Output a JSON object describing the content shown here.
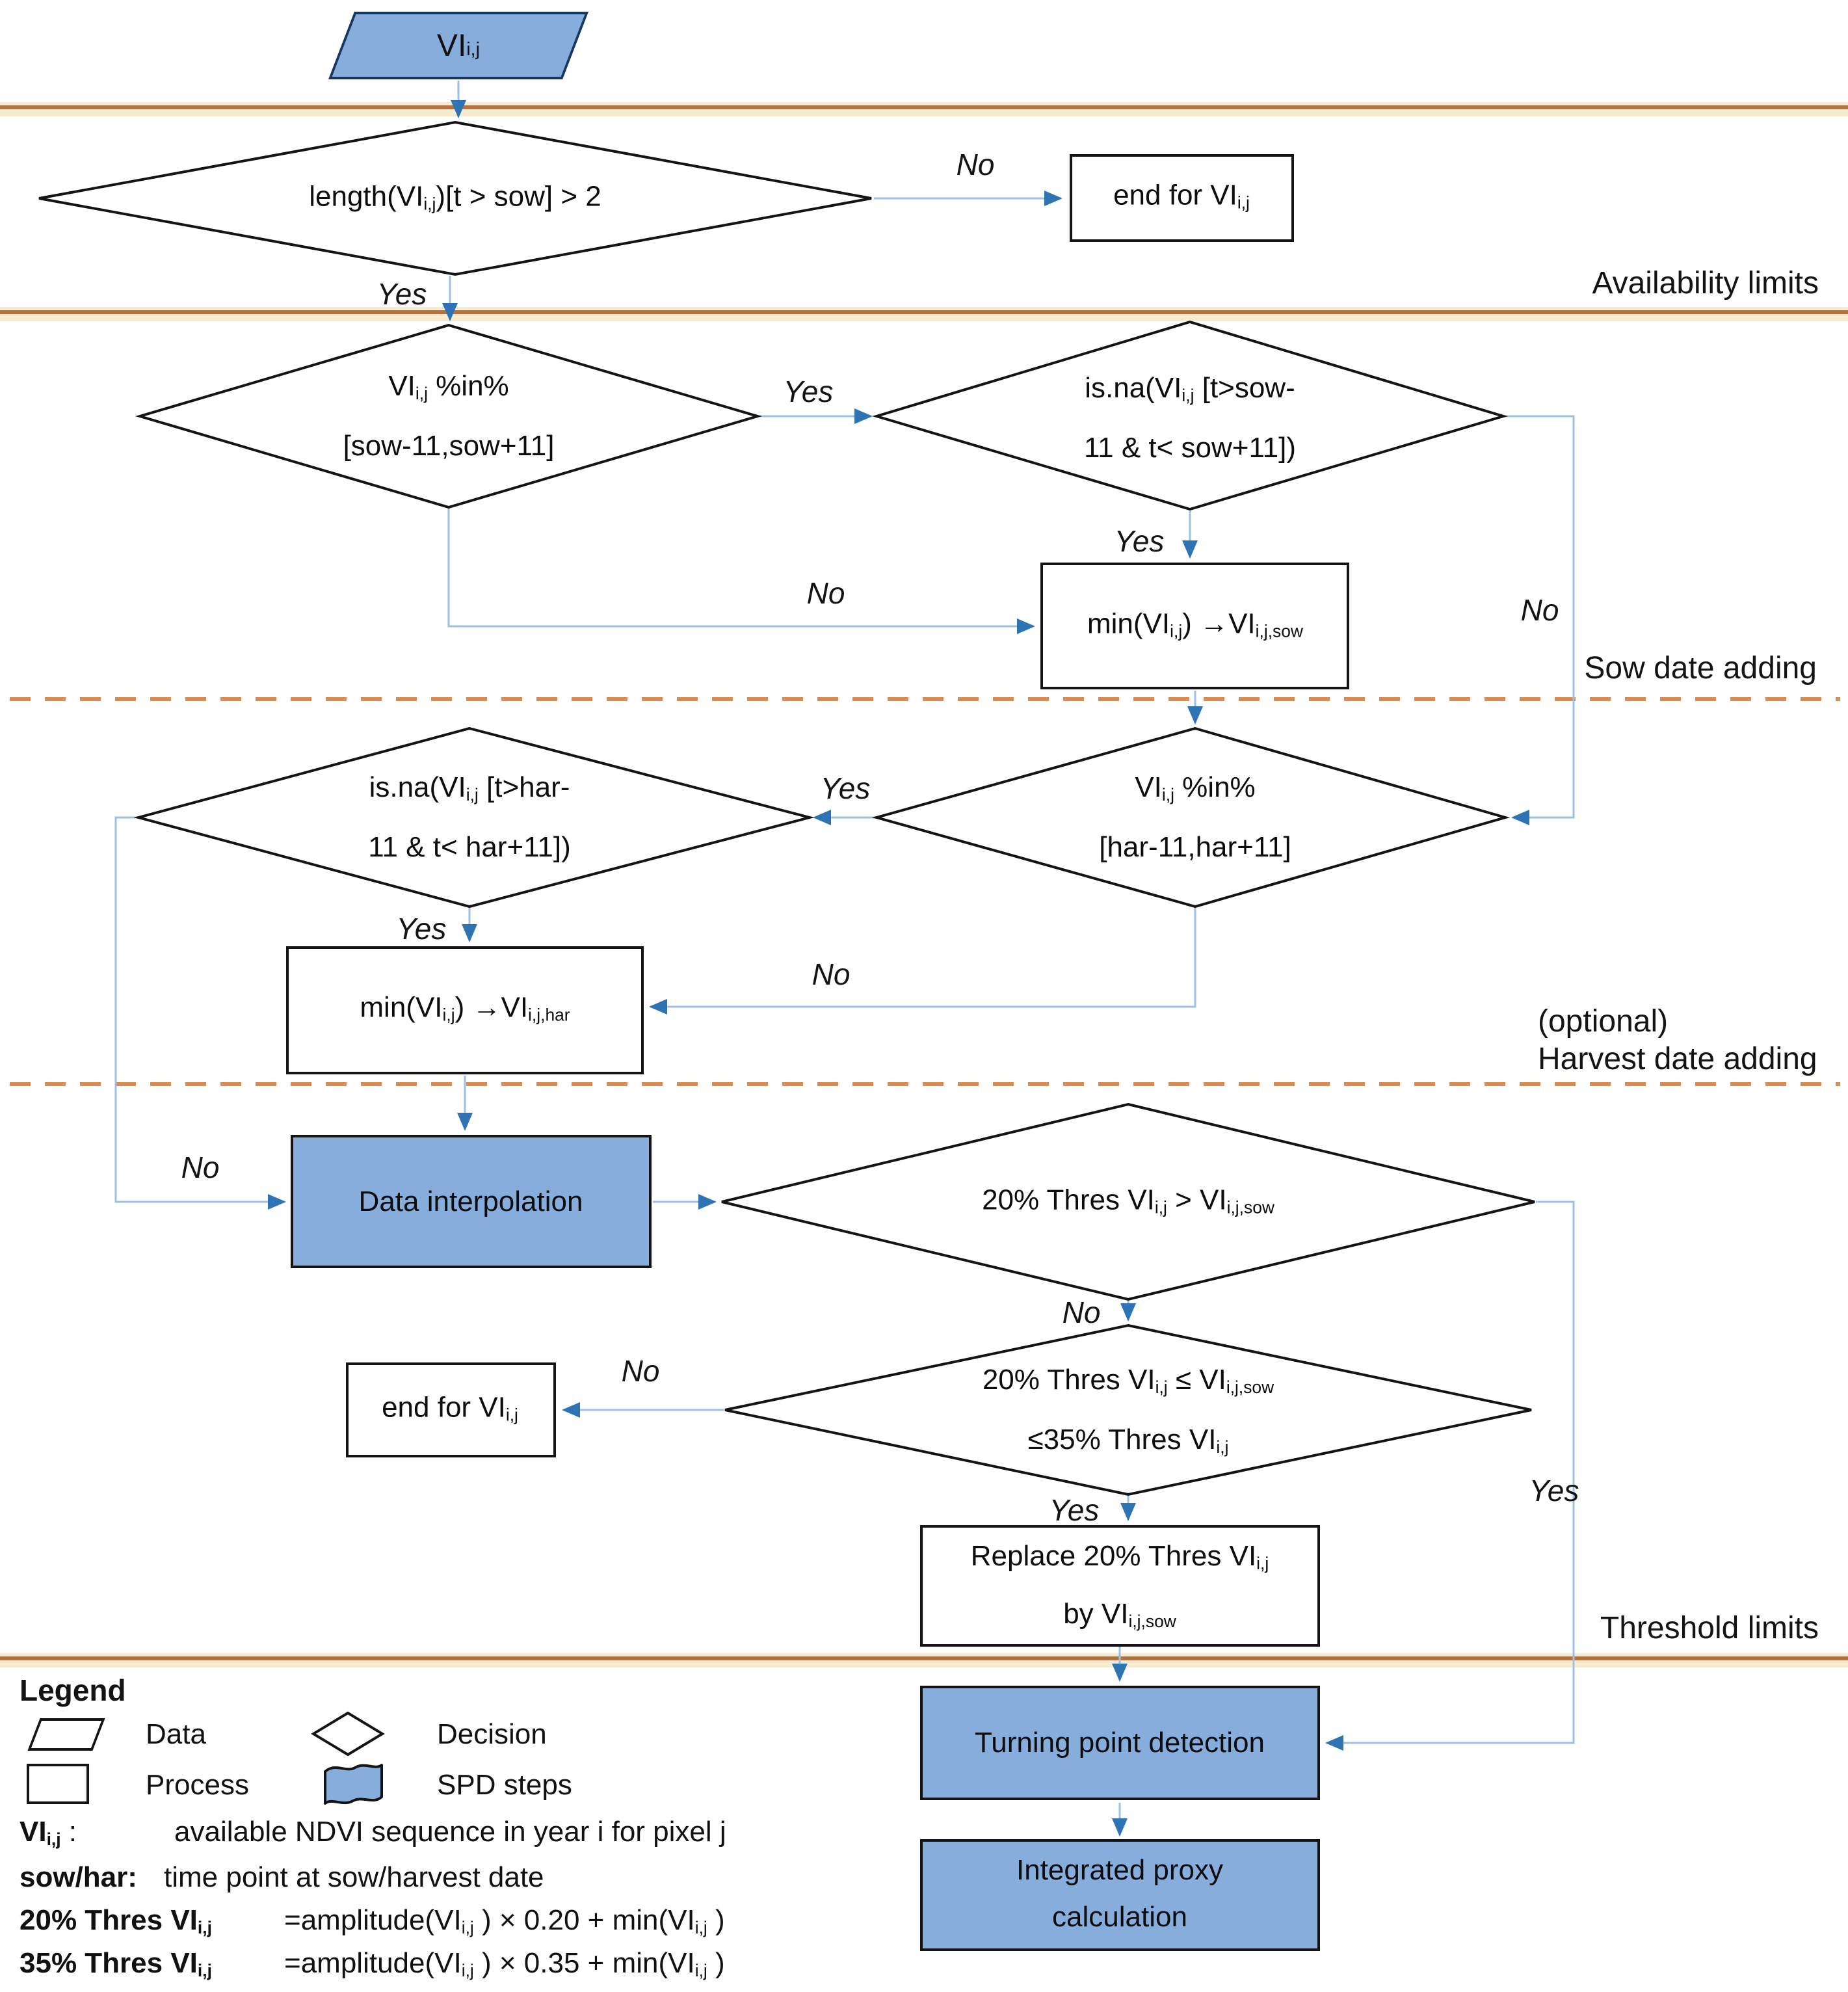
{
  "branch": {
    "yes": "Yes",
    "no": "No"
  },
  "sections": {
    "availability": "Availability limits",
    "sow": "Sow date adding",
    "optional": "(optional)",
    "harvest": "Harvest date adding",
    "threshold": "Threshold limits"
  },
  "colors": {
    "node_fill": "#87ADDD",
    "solid_rule": "#B5713F",
    "dashed_rule": "#DC8A4D",
    "connector": "#9CC0E4",
    "arrowhead": "#2E74B5"
  },
  "nodes": {
    "input": [
      {
        "t": "VI"
      },
      {
        "t": "i,j",
        "sub": true
      }
    ],
    "d_length": [
      {
        "t": "length(VI"
      },
      {
        "t": "i,j",
        "sub": true
      },
      {
        "t": ")[t > sow] > 2"
      }
    ],
    "end1": [
      {
        "t": "end for VI"
      },
      {
        "t": "i,j",
        "sub": true
      }
    ],
    "d_sow_window_l1": [
      {
        "t": "VI"
      },
      {
        "t": "i,j",
        "sub": true
      },
      {
        "t": " %in%"
      }
    ],
    "d_sow_window_l2": [
      {
        "t": "[sow-11,sow+11]"
      }
    ],
    "d_sow_na_l1": [
      {
        "t": "is.na(VI"
      },
      {
        "t": "i,j",
        "sub": true
      },
      {
        "t": " [t>sow-"
      }
    ],
    "d_sow_na_l2": [
      {
        "t": "11 & t< sow+11])"
      }
    ],
    "min_sow": [
      {
        "t": "min(VI"
      },
      {
        "t": "i,j",
        "sub": true
      },
      {
        "t": ") "
      },
      {
        "t": "→",
        "b": true
      },
      {
        "t": "VI"
      },
      {
        "t": "i,j,sow",
        "sub": true
      }
    ],
    "d_har_na_l1": [
      {
        "t": "is.na(VI"
      },
      {
        "t": "i,j",
        "sub": true
      },
      {
        "t": " [t>har-"
      }
    ],
    "d_har_na_l2": [
      {
        "t": "11 & t< har+11])"
      }
    ],
    "d_har_window_l1": [
      {
        "t": "VI"
      },
      {
        "t": "i,j",
        "sub": true
      },
      {
        "t": " %in%"
      }
    ],
    "d_har_window_l2": [
      {
        "t": "[har-11,har+11]"
      }
    ],
    "min_har": [
      {
        "t": "min(VI"
      },
      {
        "t": "i,j",
        "sub": true
      },
      {
        "t": ") "
      },
      {
        "t": "→",
        "b": true
      },
      {
        "t": "VI"
      },
      {
        "t": "i,j,har",
        "sub": true
      }
    ],
    "interp": [
      {
        "t": "Data interpolation"
      }
    ],
    "d_thres20": [
      {
        "t": "20% Thres VI"
      },
      {
        "t": "i,j",
        "sub": true
      },
      {
        "t": " > VI"
      },
      {
        "t": "i,j,sow",
        "sub": true
      }
    ],
    "d_range_l1": [
      {
        "t": "20% Thres VI"
      },
      {
        "t": "i,j",
        "sub": true
      },
      {
        "t": " ≤ VI"
      },
      {
        "t": "i,j,sow",
        "sub": true
      }
    ],
    "d_range_l2": [
      {
        "t": "≤35% Thres VI"
      },
      {
        "t": "i,j",
        "sub": true
      }
    ],
    "end2": [
      {
        "t": "end for VI"
      },
      {
        "t": "i,j",
        "sub": true
      }
    ],
    "replace_l1": [
      {
        "t": "Replace 20% Thres VI"
      },
      {
        "t": "i,j",
        "sub": true
      }
    ],
    "replace_l2": [
      {
        "t": "by VI"
      },
      {
        "t": "i,j,sow",
        "sub": true
      }
    ],
    "turning": [
      {
        "t": "Turning point detection"
      }
    ],
    "proxy_l1": [
      {
        "t": "Integrated proxy"
      }
    ],
    "proxy_l2": [
      {
        "t": "calculation"
      }
    ]
  },
  "legend": {
    "title": "Legend",
    "items": [
      {
        "icon": "parallelogram-icon",
        "label": "Data"
      },
      {
        "icon": "diamond-icon",
        "label": "Decision"
      },
      {
        "icon": "rectangle-icon",
        "label": "Process"
      },
      {
        "icon": "spd-flag-icon",
        "label": "SPD steps"
      }
    ],
    "definitions": [
      {
        "term": [
          {
            "t": "VI",
            "b": true
          },
          {
            "t": "i,j",
            "sub": true,
            "b": true
          },
          {
            "t": " :"
          }
        ],
        "desc": [
          {
            "t": "available NDVI sequence in year i for pixel j"
          }
        ]
      },
      {
        "term": [
          {
            "t": "sow/har:",
            "b": true
          }
        ],
        "desc": [
          {
            "t": "time point at sow/harvest date"
          }
        ]
      },
      {
        "term": [
          {
            "t": "20% Thres VI",
            "b": true
          },
          {
            "t": "i,j",
            "sub": true,
            "b": true
          }
        ],
        "desc": [
          {
            "t": "=amplitude(VI"
          },
          {
            "t": "i,j",
            "sub": true
          },
          {
            "t": " ) × 0.20 + min(VI"
          },
          {
            "t": "i,j",
            "sub": true
          },
          {
            "t": " )"
          }
        ]
      },
      {
        "term": [
          {
            "t": "35% Thres VI",
            "b": true
          },
          {
            "t": "i,j",
            "sub": true,
            "b": true
          }
        ],
        "desc": [
          {
            "t": "=amplitude(VI"
          },
          {
            "t": "i,j",
            "sub": true
          },
          {
            "t": " ) × 0.35 + min(VI"
          },
          {
            "t": "i,j",
            "sub": true
          },
          {
            "t": " )"
          }
        ]
      }
    ]
  }
}
